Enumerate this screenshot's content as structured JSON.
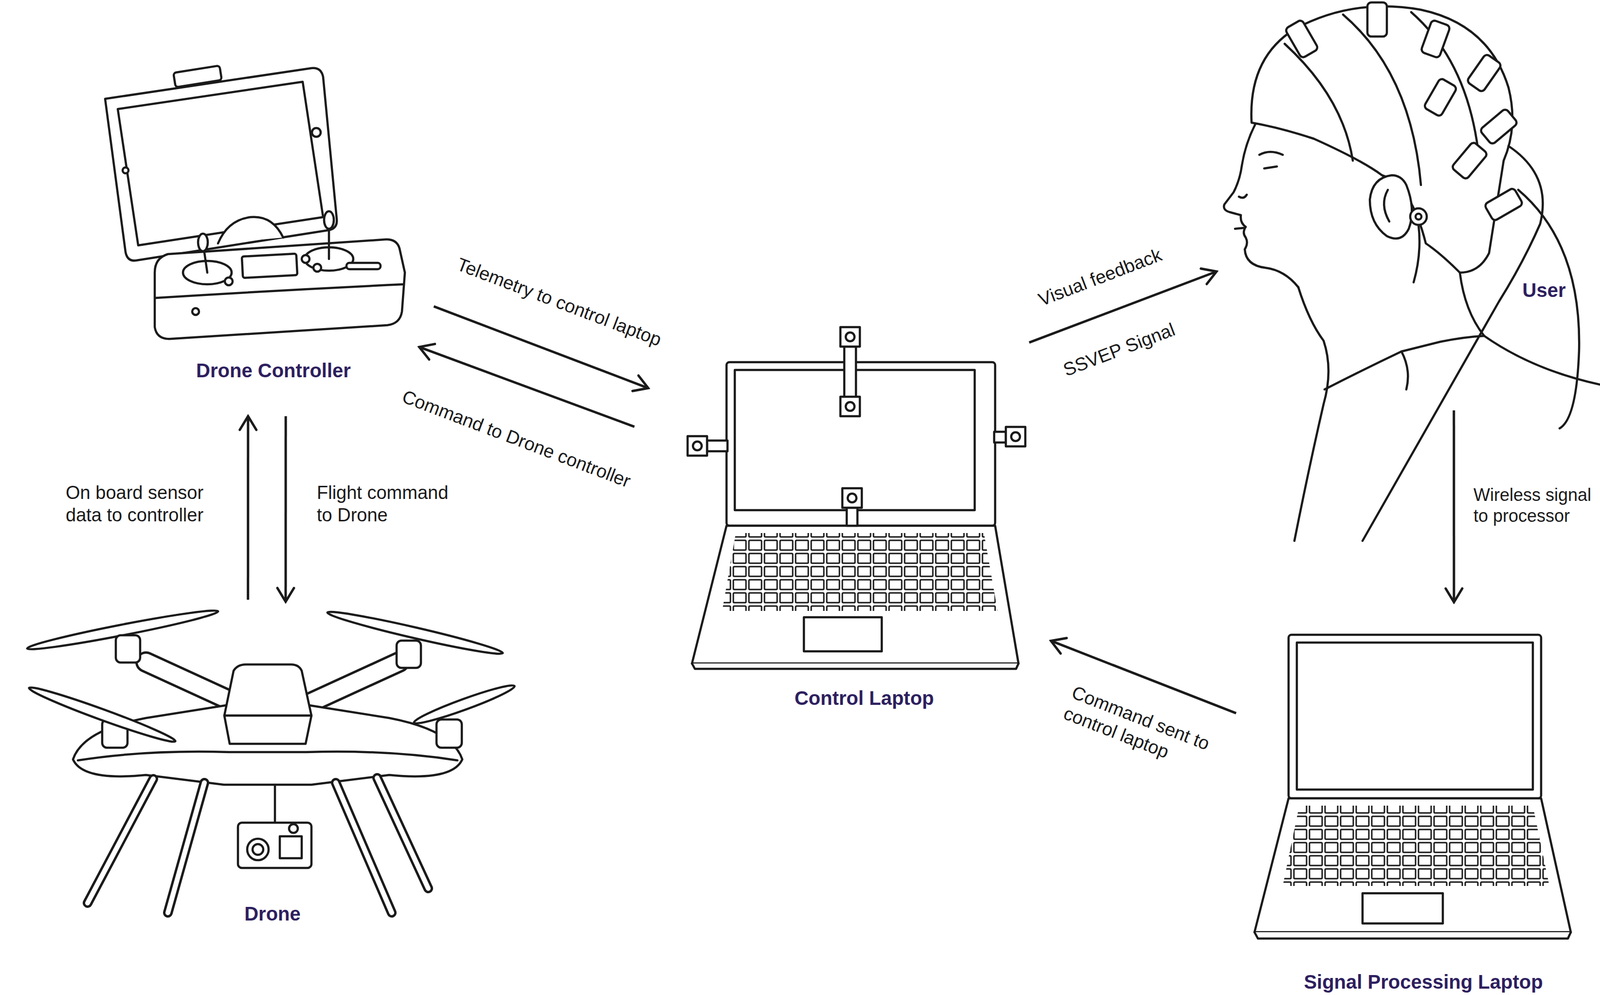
{
  "diagram": {
    "nodes": [
      {
        "text": [
          "Drone Controller"
        ]
      },
      {
        "text": [
          "Drone"
        ]
      },
      {
        "text": [
          "Control Laptop"
        ]
      },
      {
        "text": [
          "User"
        ]
      },
      {
        "text": [
          "Signal Processing Laptop"
        ]
      }
    ],
    "edges": [
      {
        "from": 0,
        "to": 2,
        "arrow": "to",
        "label": "Telemetry to control laptop"
      },
      {
        "from": 2,
        "to": 0,
        "arrow": "to",
        "label": "Command to Drone controller"
      },
      {
        "from": 1,
        "to": 0,
        "arrow": "to",
        "label": "On board sensor data to controller"
      },
      {
        "from": 0,
        "to": 1,
        "arrow": "to",
        "label": "Flight command to Drone"
      },
      {
        "from": 2,
        "to": 3,
        "arrow": "to",
        "label": "Visual feedback"
      },
      {
        "from": 3,
        "to": 4,
        "arrow": "to",
        "label": "Wireless signal to processor"
      },
      {
        "from": 4,
        "to": 2,
        "arrow": "to",
        "label": "Command sent to control laptop"
      }
    ],
    "labels": [
      "SSVEP Signal"
    ]
  }
}
